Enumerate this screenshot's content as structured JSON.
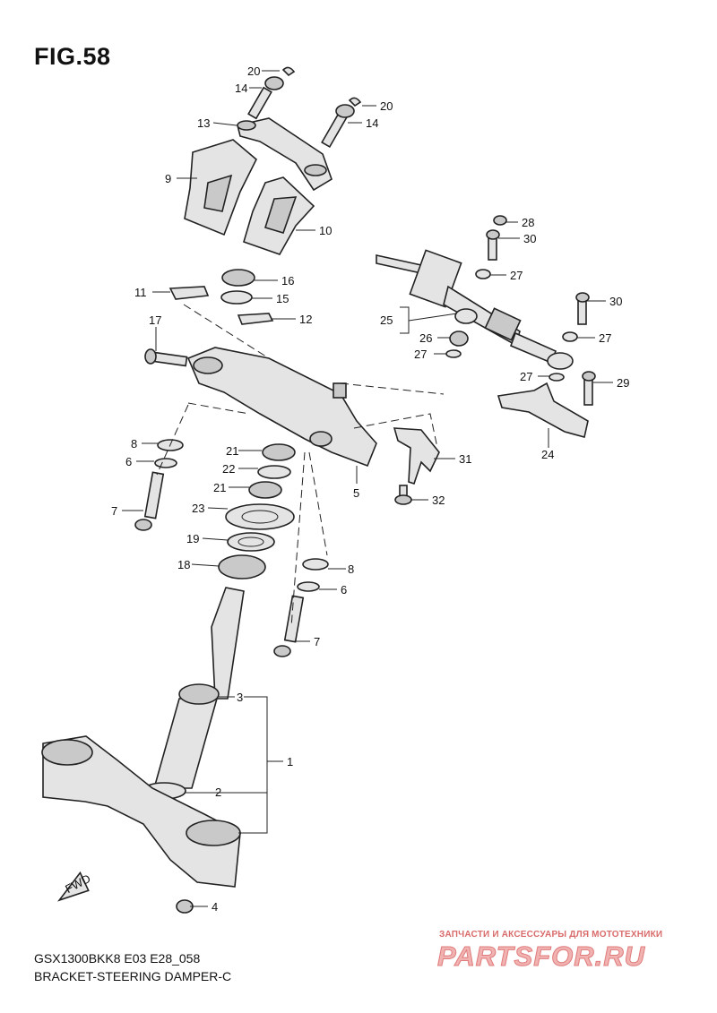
{
  "figure": {
    "title": "FIG.58",
    "model_code": "GSX1300BKK8 E03 E28_058",
    "name": "BRACKET-STEERING DAMPER-C"
  },
  "watermark": {
    "small": "ЗАПЧАСТИ И АКСЕССУАРЫ ДЛЯ МОТОТЕХНИКИ",
    "big": "PARTSFOR.RU"
  },
  "fwd_label": "FWD",
  "callouts": {
    "c20a": "20",
    "c14a": "14",
    "c20b": "20",
    "c14b": "14",
    "c13": "13",
    "c9": "9",
    "c10": "10",
    "c16": "16",
    "c11": "11",
    "c15": "15",
    "c12": "12",
    "c17": "17",
    "c28": "28",
    "c30a": "30",
    "c27a": "27",
    "c25": "25",
    "c26": "26",
    "c30b": "30",
    "c27b": "27",
    "c27c": "27",
    "c27d": "27",
    "c29": "29",
    "c24": "24",
    "c31": "31",
    "c32": "32",
    "c5": "5",
    "c8a": "8",
    "c6a": "6",
    "c7a": "7",
    "c21a": "21",
    "c22": "22",
    "c21b": "21",
    "c23": "23",
    "c19": "19",
    "c18": "18",
    "c8b": "8",
    "c6b": "6",
    "c7b": "7",
    "c3": "3",
    "c1": "1",
    "c2": "2",
    "c4": "4"
  },
  "colors": {
    "watermark": "#e07b7b",
    "ink": "#222222"
  }
}
